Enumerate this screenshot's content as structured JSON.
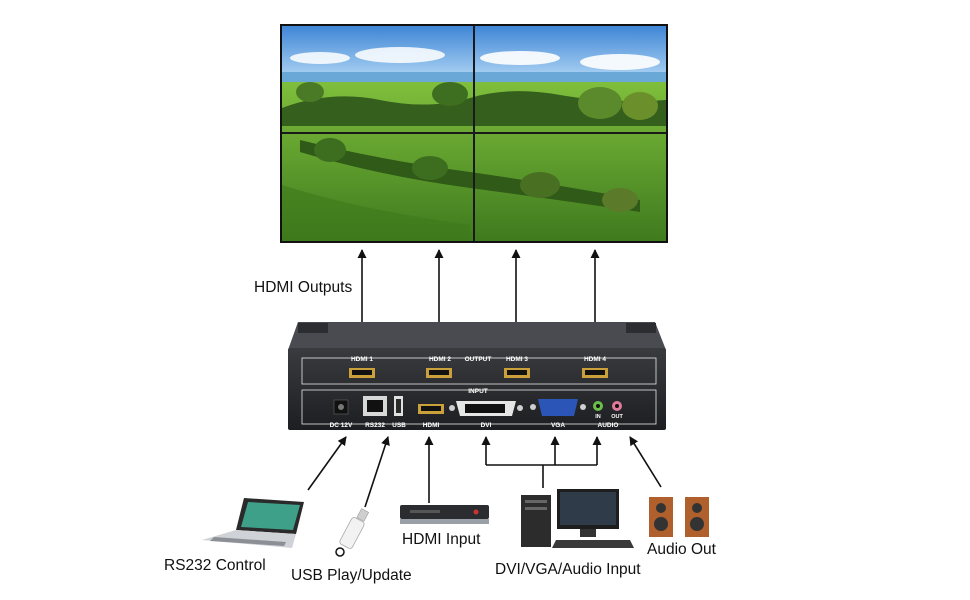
{
  "labels": {
    "hdmi_outputs": "HDMI Outputs",
    "rs232_control": "RS232 Control",
    "usb_play_update": "USB Play/Update",
    "hdmi_input": "HDMI Input",
    "dvi_vga_audio_input": "DVI/VGA/Audio Input",
    "audio_out": "Audio Out"
  },
  "panel": {
    "output_ports": [
      "HDMI 1",
      "HDMI 2",
      "HDMI 3",
      "HDMI 4"
    ],
    "output_title": "OUTPUT",
    "input_title": "INPUT",
    "input_ports": {
      "dc": "DC 12V",
      "rs232": "RS232",
      "usb": "USB",
      "hdmi": "HDMI",
      "dvi": "DVI",
      "vga": "VGA",
      "audio": "AUDIO",
      "audio_in": "IN",
      "audio_out": "OUT"
    }
  },
  "colors": {
    "device_body": "#2a2b2e",
    "panel_line": "#e8e8e8",
    "arrow": "#111111",
    "sky": "#5aa0e0",
    "grass": "#5e9a2e"
  }
}
